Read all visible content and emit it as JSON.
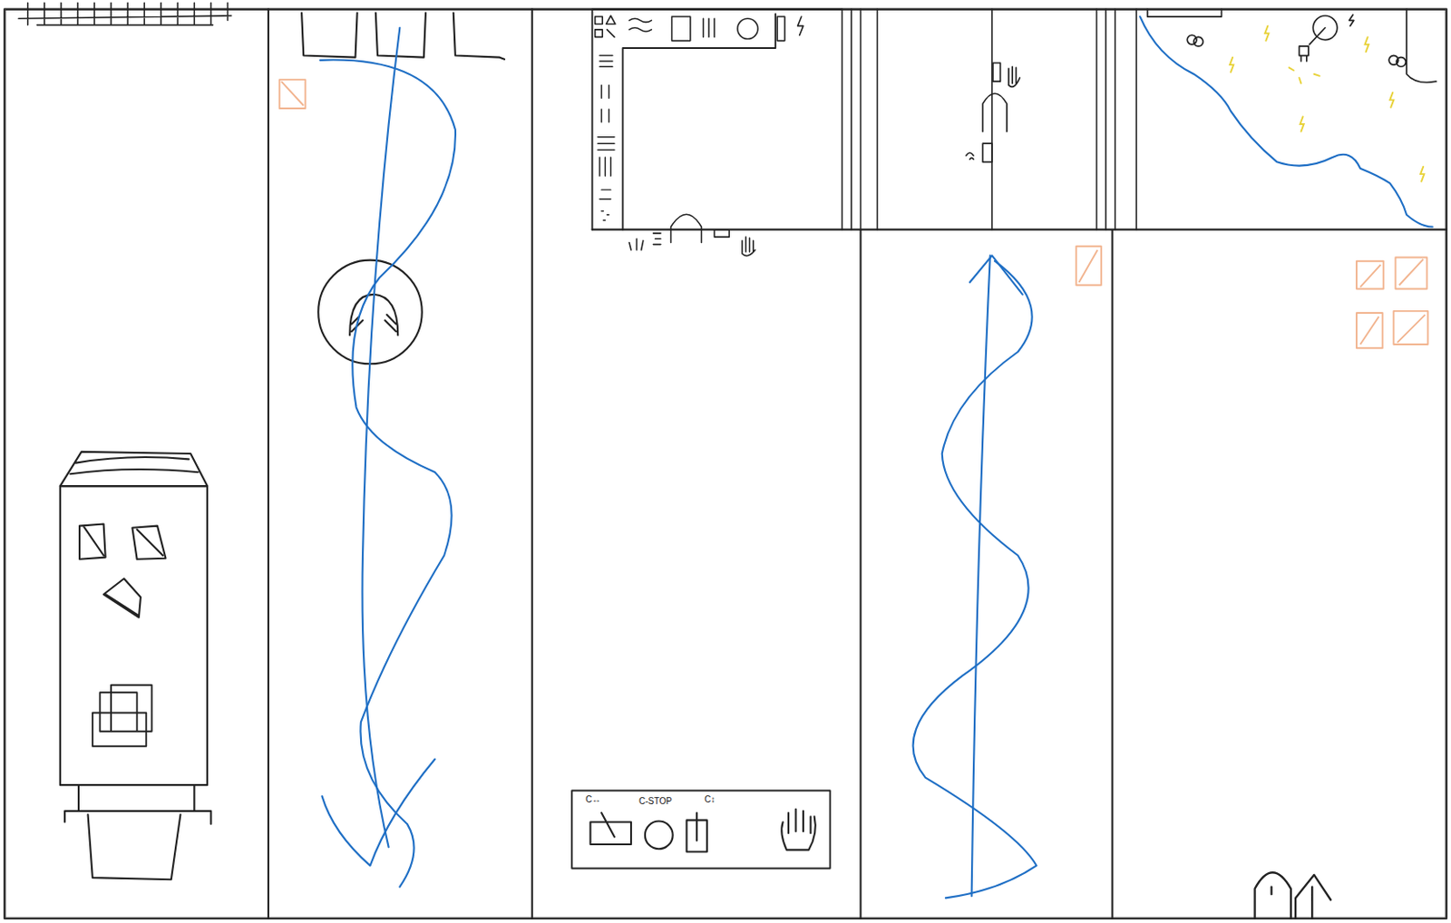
{
  "diagram": {
    "labels": [
      "C↔",
      "C-STOP",
      "C↕"
    ]
  }
}
